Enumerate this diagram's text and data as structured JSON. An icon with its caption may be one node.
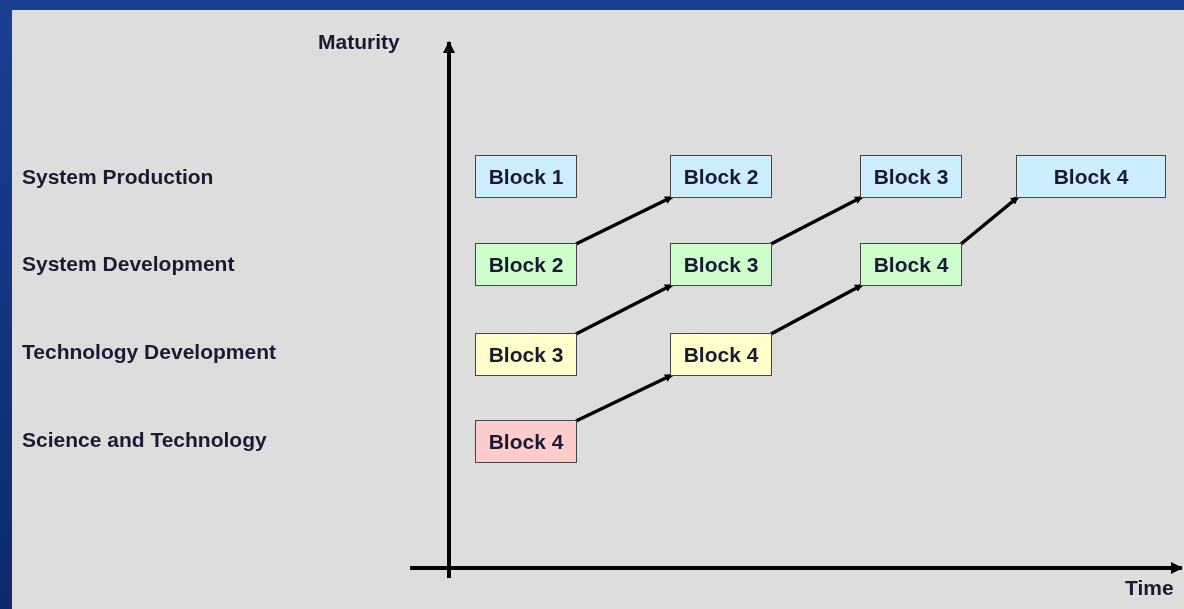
{
  "diagram": {
    "nodes": [
      {
        "text": [
          "Block 1"
        ]
      },
      {
        "text": [
          "Block 2"
        ]
      },
      {
        "text": [
          "Block 3"
        ]
      },
      {
        "text": [
          "Block 4"
        ]
      },
      {
        "text": [
          "Block 2"
        ]
      },
      {
        "text": [
          "Block 3"
        ]
      },
      {
        "text": [
          "Block 4"
        ]
      },
      {
        "text": [
          "Block 3"
        ]
      },
      {
        "text": [
          "Block 4"
        ]
      },
      {
        "text": [
          "Block 4"
        ]
      }
    ],
    "edges": [
      {
        "from": 4,
        "to": 1,
        "arrow": "to"
      },
      {
        "from": 5,
        "to": 2,
        "arrow": "to"
      },
      {
        "from": 6,
        "to": 3,
        "arrow": "to"
      },
      {
        "from": 7,
        "to": 5,
        "arrow": "to"
      },
      {
        "from": 8,
        "to": 6,
        "arrow": "to"
      },
      {
        "from": 9,
        "to": 8,
        "arrow": "to"
      }
    ],
    "labels": [
      "Maturity",
      "System Production",
      "System Development",
      "Technology Development",
      "Science and Technology",
      "Time"
    ]
  }
}
